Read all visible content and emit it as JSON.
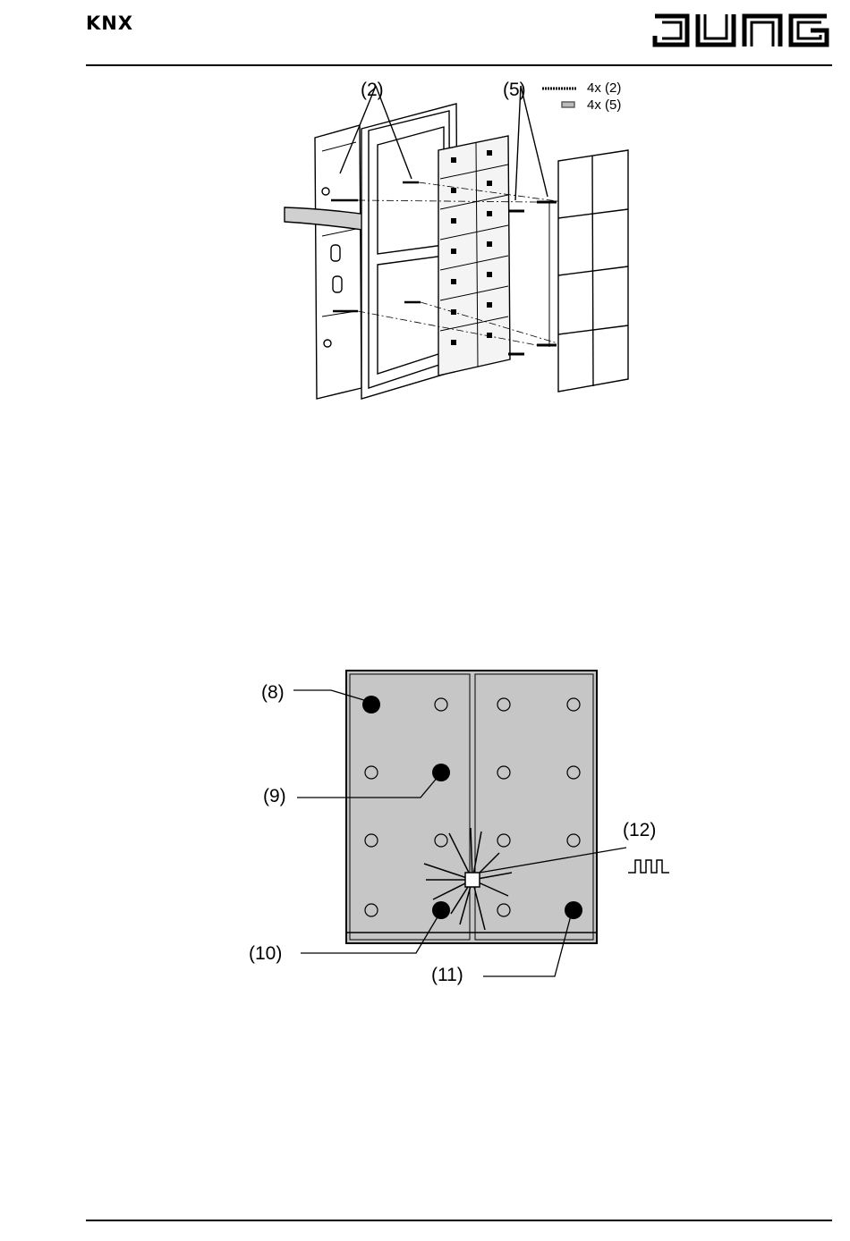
{
  "header": {
    "knx_logo": "KNX",
    "brand_logo": "JUNG"
  },
  "figure_top": {
    "callouts": {
      "c2": "(2)",
      "c5": "(5)"
    },
    "legend": {
      "screw_long": "4x (2)",
      "screw_short": "4x (5)"
    }
  },
  "figure_bottom": {
    "callouts": {
      "c8": "(8)",
      "c9": "(9)",
      "c10": "(10)",
      "c11": "(11)",
      "c12": "(12)"
    }
  }
}
